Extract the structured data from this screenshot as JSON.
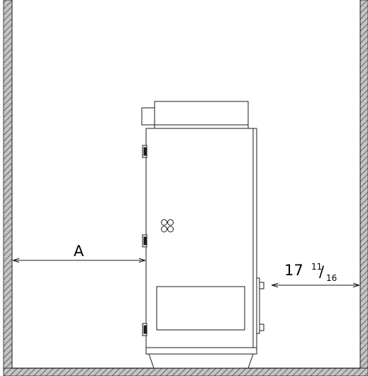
{
  "drawing": {
    "dimensions": {
      "left_clearance": {
        "label": "A"
      },
      "right_clearance": {
        "whole": "17",
        "numerator": "11",
        "slash": "/",
        "denominator": "16"
      }
    },
    "colors": {
      "line": "#1a1a1a",
      "wall_fill": "#bdbdbd",
      "hatch": "#3a3a3a",
      "background": "#ffffff"
    }
  }
}
